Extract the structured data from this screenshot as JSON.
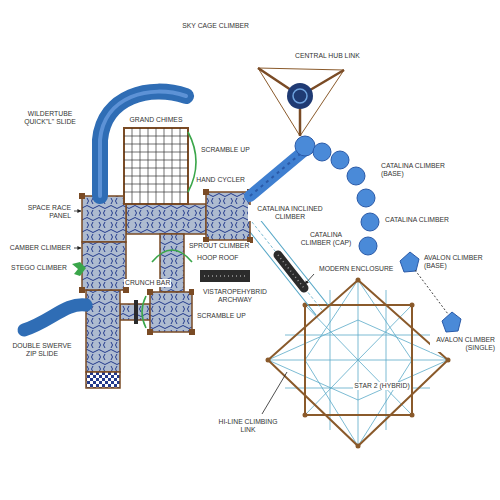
{
  "diagram": {
    "labels": [
      "SKY CAGE CLIMBER",
      "CENTRAL HUB LINK",
      "WILDERTUBE QUICK\"L\" SLIDE",
      "GRAND CHIMES",
      "SCRAMBLE UP",
      "HAND CYCLER",
      "CATALINA CLIMBER (BASE)",
      "CATALINA CLIMBER",
      "CATALINA INCLINED CLIMBER",
      "AVALON CLIMBER (BASE)",
      "SPACE RACE PANEL",
      "CATALINA CLIMBER (CAP)",
      "SPROUT CLIMBER",
      "AVALON CLIMBER (SINGLE)",
      "CAMBER CLIMBER",
      "HOOP ROOF",
      "MODERN ENCLOSURE",
      "STEGO CLIMBER",
      "VISTAROPEHYBRID ARCHWAY",
      "CRUNCH BAR",
      "SCRAMBLE UP",
      "DOUBLE SWERVE ZIP SLIDE",
      "STAR 2 (HYBRID)",
      "HI-LINE CLIMBING LINK"
    ]
  }
}
